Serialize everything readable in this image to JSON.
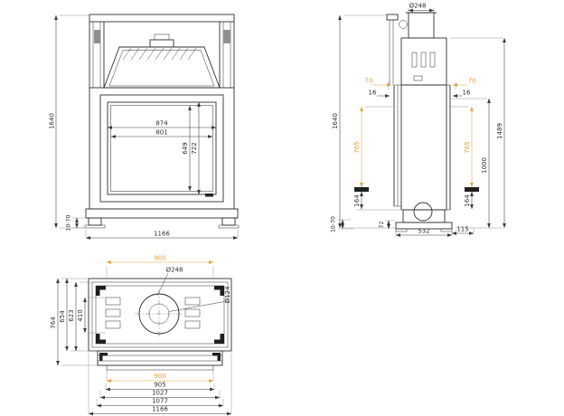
{
  "front_view": {
    "total_height": "1640",
    "opening_width_outer": "874",
    "opening_width_inner": "801",
    "opening_height_outer": "722",
    "opening_height_inner": "649",
    "total_width": "1166",
    "leveling_range": "10-70"
  },
  "side_view": {
    "flue_diameter": "Ø248",
    "top_offset": "70",
    "top_inset": "16",
    "total_height": "1640",
    "glass_height": "765",
    "lower_height": "164",
    "rear_height": "1489",
    "mid_height": "1000",
    "leveling_range": "10-70",
    "plinth_height": "72",
    "base_depth": "532",
    "rear_offset": "115"
  },
  "top_view": {
    "opening_width": "900",
    "flue_diameter": "Ø248",
    "flue_inner_diameter": "Ø124",
    "depth_total": "764",
    "depth_body": "654",
    "depth_inner": "623",
    "depth_core": "410",
    "width_frame": "905",
    "width_mid": "1027",
    "width_outer": "1077",
    "width_total": "1166"
  },
  "colors": {
    "accent": "#E2A23B",
    "line": "#3A3A3A",
    "background": "#FFFFFF"
  }
}
